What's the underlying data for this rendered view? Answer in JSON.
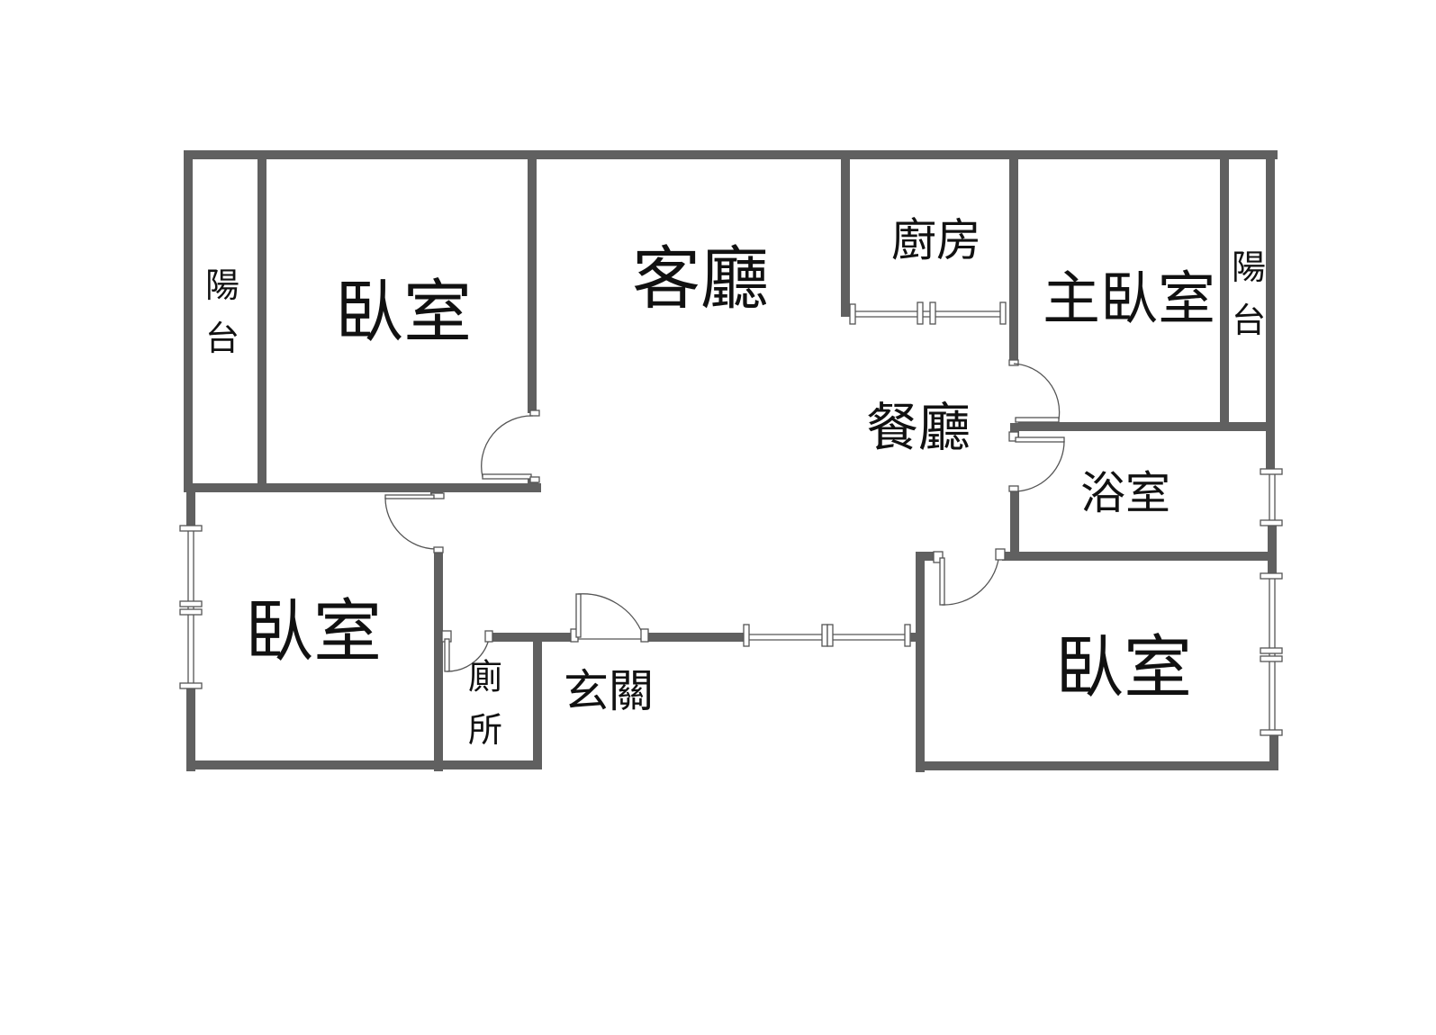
{
  "plan": {
    "rooms": {
      "balcony_left": "陽台",
      "bedroom_top_left": "臥室",
      "living_room": "客廳",
      "kitchen": "廚房",
      "master_bedroom": "主臥室",
      "balcony_right": "陽台",
      "dining_room": "餐廳",
      "bathroom": "浴室",
      "bedroom_bottom_left": "臥室",
      "toilet": "廁所",
      "entrance": "玄關",
      "bedroom_bottom_right": "臥室"
    },
    "colors": {
      "wall": "#606060",
      "background": "#ffffff",
      "line": "#555555"
    }
  }
}
